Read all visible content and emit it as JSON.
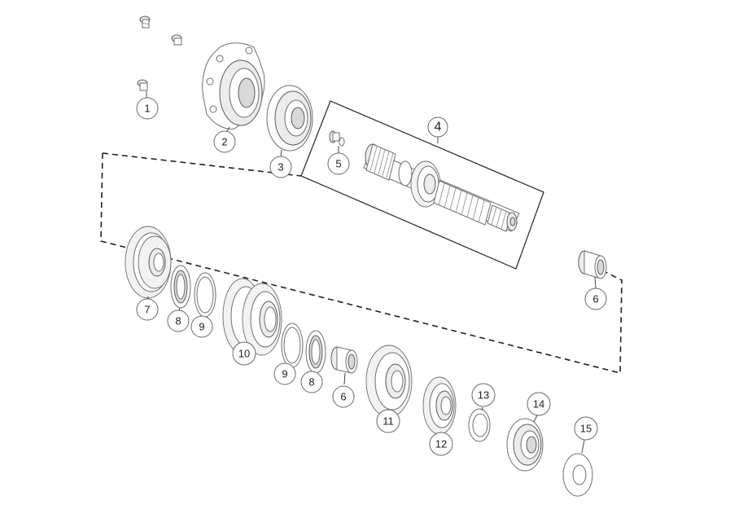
{
  "callouts": {
    "c1": "1",
    "c2": "2",
    "c3": "3",
    "c4": "4",
    "c5": "5",
    "c6a": "6",
    "c6b": "6",
    "c7": "7",
    "c8a": "8",
    "c8b": "8",
    "c9a": "9",
    "c9b": "9",
    "c10": "10",
    "c11": "11",
    "c12": "12",
    "c13": "13",
    "c14": "14",
    "c15": "15"
  }
}
